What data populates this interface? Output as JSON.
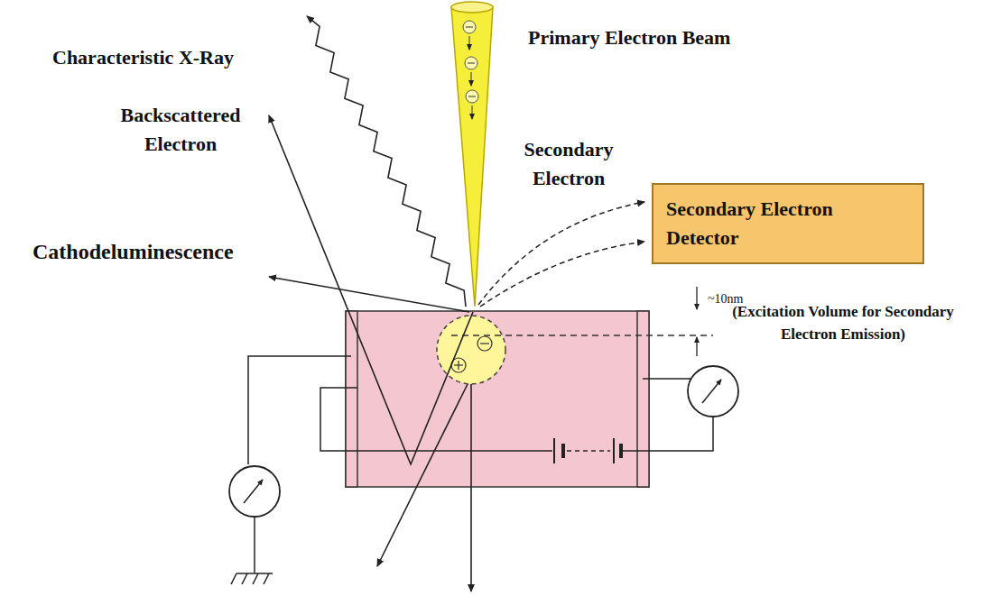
{
  "diagram": {
    "nodes": [
      {
        "text": [
          "Secondary Electron Detector"
        ]
      }
    ],
    "labels": [
      "Primary Electron Beam",
      "Characteristic X-Ray",
      "Backscattered Electron",
      "Secondary Electron",
      "Cathodeluminescence",
      "~10nm",
      "(Excitation Volume for Secondary Electron Emission)"
    ]
  }
}
